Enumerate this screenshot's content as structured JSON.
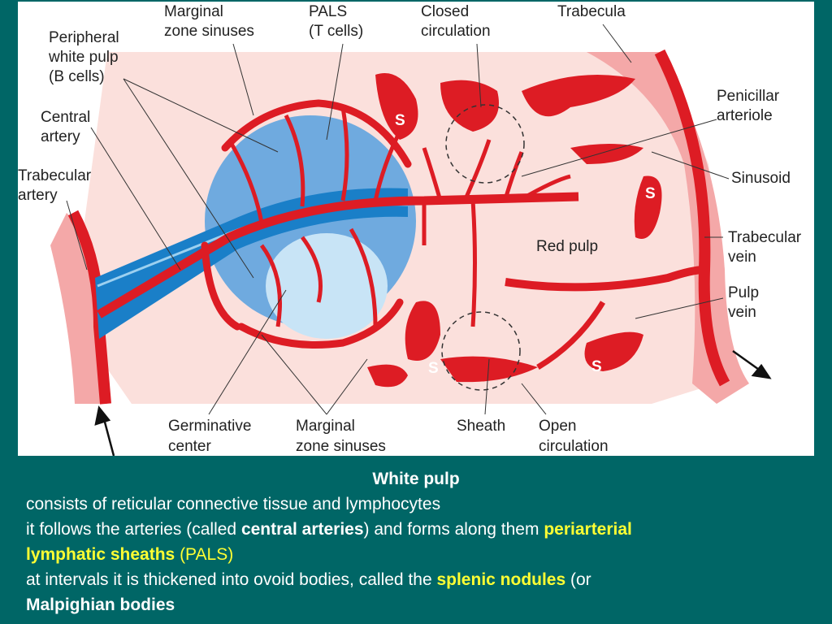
{
  "diagram": {
    "labels": {
      "marginal_zone_top": [
        "Marginal",
        "zone sinuses"
      ],
      "pals": [
        "PALS",
        "(T cells)"
      ],
      "closed_circulation": [
        "Closed",
        "circulation"
      ],
      "trabecula": "Trabecula",
      "peripheral_white_pulp": [
        "Peripheral",
        "white pulp",
        "(B cells)"
      ],
      "central_artery": [
        "Central",
        "artery"
      ],
      "trabecular_artery": [
        "Trabecular",
        "artery"
      ],
      "penicillar_arteriole": [
        "Penicillar",
        "arteriole"
      ],
      "sinusoid": "Sinusoid",
      "red_pulp": "Red pulp",
      "trabecular_vein": [
        "Trabecular",
        "vein"
      ],
      "pulp_vein": [
        "Pulp",
        "vein"
      ],
      "germinative_center": [
        "Germinative",
        "center"
      ],
      "marginal_zone_bottom": [
        "Marginal",
        "zone sinuses"
      ],
      "sheath": "Sheath",
      "open_circulation": [
        "Open",
        "circulation"
      ],
      "sinus_marker": "S"
    },
    "colors": {
      "red": "#dd1c24",
      "red_pulp_bg": "#fbe0dc",
      "trabecula_pink": "#f4a8a8",
      "white_pulp_blue": "#6faadf",
      "germinal_light_blue": "#c8e4f6",
      "sheath_blue": "#1a7fc8"
    }
  },
  "caption": {
    "title": "White pulp",
    "line1": "consists of reticular connective tissue and lymphocytes",
    "line2_a": "it follows the arteries (called ",
    "line2_b": "central arteries",
    "line2_c": ") and forms along them ",
    "line2_d": "periarterial",
    "line3_a": "lymphatic sheaths",
    "line3_b": " (PALS)",
    "line4_a": "at intervals it is thickened into ovoid bodies, called the ",
    "line4_b": "splenic nodules",
    "line4_c": " (or",
    "line5": "Malpighian bodies"
  }
}
